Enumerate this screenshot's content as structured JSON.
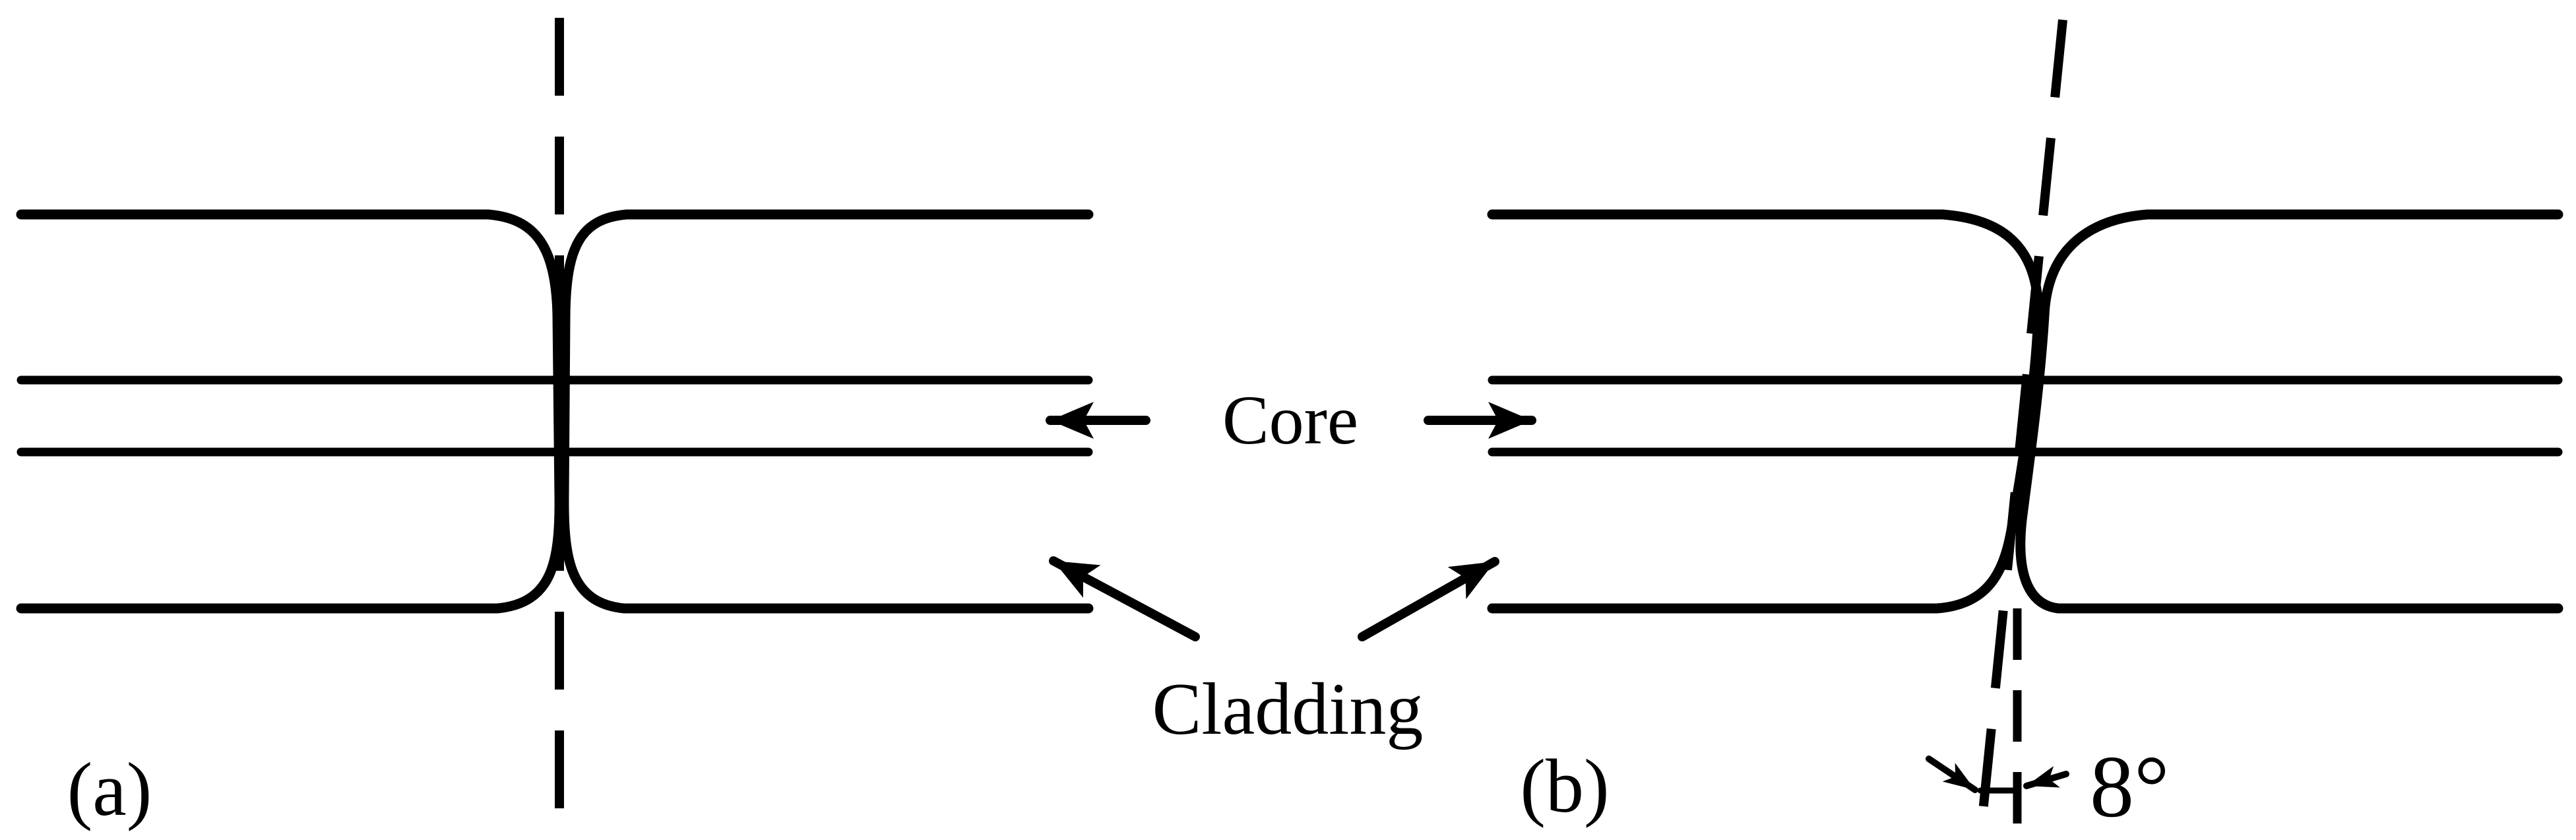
{
  "diagram": {
    "background": "#ffffff",
    "ink": "#000000",
    "labels": {
      "core": "Core",
      "cladding": "Cladding",
      "panel_a": "(a)",
      "panel_b": "(b)",
      "angle": "8°"
    },
    "panels": [
      {
        "id": "a",
        "label": "(a)"
      },
      {
        "id": "b",
        "label": "(b)",
        "splice_angle_label": "8°"
      }
    ]
  }
}
